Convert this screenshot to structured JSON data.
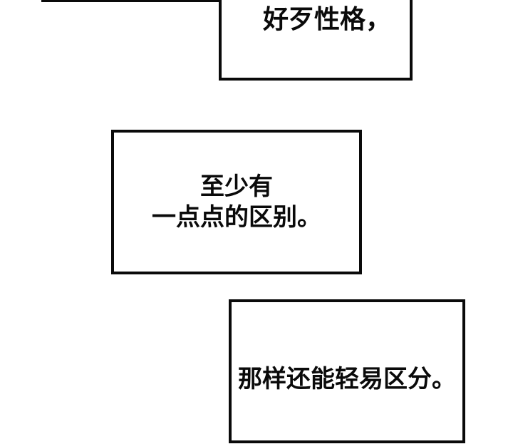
{
  "page": {
    "kind": "comic-panel-page",
    "background_color": "#ffffff",
    "line_color": "#0a0a0a",
    "text_color": "#0a0a0a"
  },
  "bubbles": {
    "top_left_partial": {
      "text": ""
    },
    "top": {
      "text": "好歹性格，"
    },
    "middle": {
      "lines": [
        "至少有",
        "一点点的区别。"
      ]
    },
    "bottom": {
      "text": "那样还能轻易区分。"
    }
  }
}
